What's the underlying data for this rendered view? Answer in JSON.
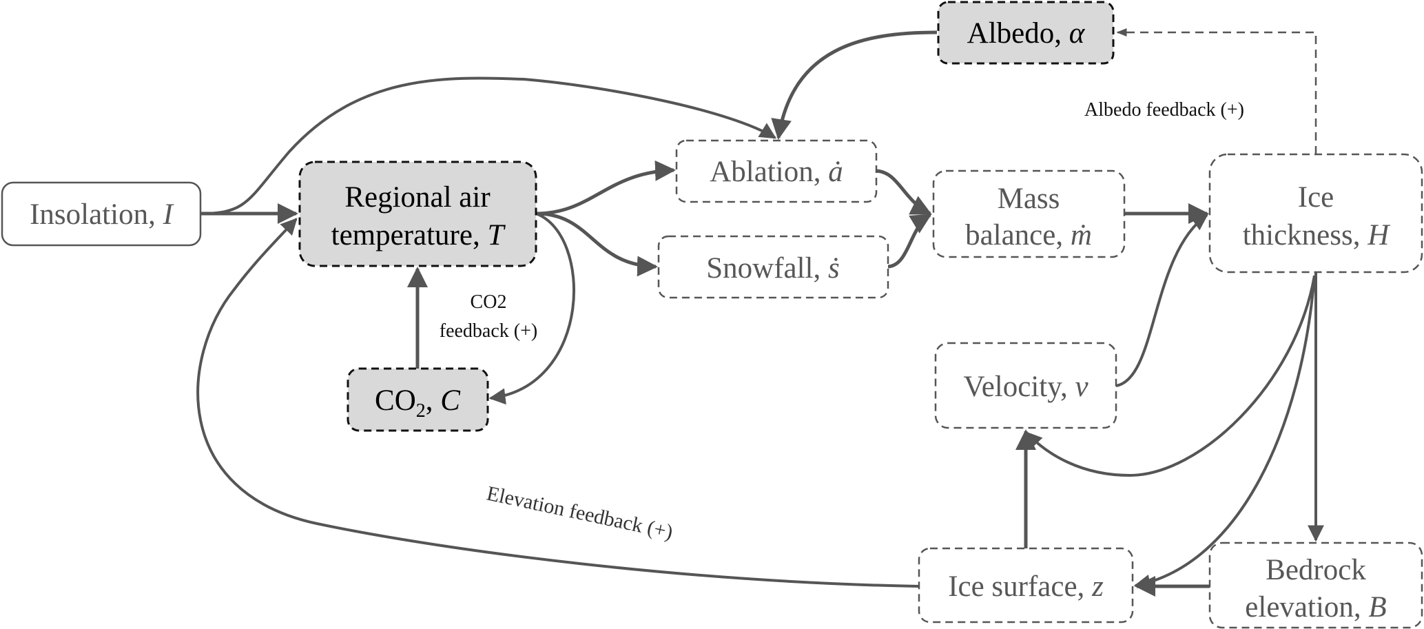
{
  "diagram": {
    "colors": {
      "edge": "#555555",
      "shaded_fill": "#d9d9d9",
      "grey_text": "#575757",
      "dark_text": "#000000"
    },
    "nodes": {
      "insolation": {
        "name": "Insolation, ",
        "symbol": "I"
      },
      "temperature": {
        "line1": "Regional air",
        "line2_name": "temperature, ",
        "symbol": "T"
      },
      "co2": {
        "name": "CO",
        "subscript": "2",
        "comma": ", ",
        "symbol": "C"
      },
      "ablation": {
        "name": "Ablation, ",
        "symbol": "ȧ"
      },
      "snowfall": {
        "name": "Snowfall, ",
        "symbol": "ṡ"
      },
      "mass_balance": {
        "line1": "Mass",
        "line2_name": "balance, ",
        "symbol": "ṁ"
      },
      "albedo": {
        "name": "Albedo, ",
        "symbol": "α"
      },
      "ice_thickness": {
        "line1": "Ice",
        "line2_name": "thickness, ",
        "symbol": "H"
      },
      "velocity": {
        "name": "Velocity, ",
        "symbol": "v"
      },
      "ice_surface": {
        "name": "Ice surface, ",
        "symbol": "z"
      },
      "bedrock": {
        "line1": "Bedrock",
        "line2_name": "elevation, ",
        "symbol": "B"
      }
    },
    "labels": {
      "albedo_feedback": "Albedo feedback (+)",
      "co2_feedback_line1": "CO2",
      "co2_feedback_line2": "feedback (+)",
      "elevation_feedback": "Elevation feedback (+)"
    }
  }
}
